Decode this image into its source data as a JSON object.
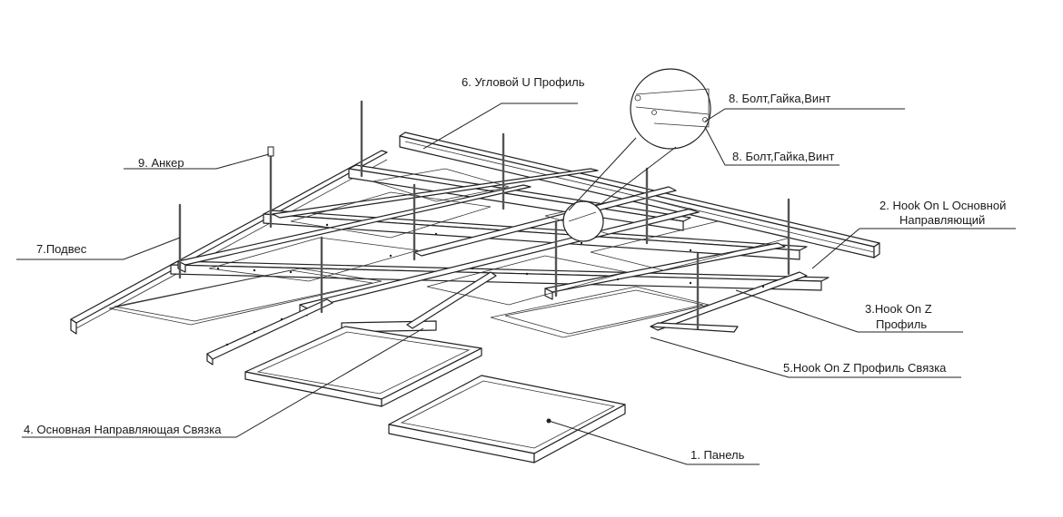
{
  "labels": {
    "u_profile": "6. Угловой U Профиль",
    "bolt_1": "8. Болт,Гайка,Винт",
    "bolt_2": "8. Болт,Гайка,Винт",
    "anchor": "9. Анкер",
    "hook_l_line1": "2. Hook On L Основной",
    "hook_l_line2": "Направляющий",
    "hanger": "7.Подвес",
    "hook_z_line1": "3.Hook On Z",
    "hook_z_line2": "Профиль",
    "hook_z_link": "5.Hook On Z Профиль Связка",
    "main_guide_link": "4. Основная Направляющая Связка",
    "panel": "1. Панель"
  },
  "colors": {
    "line": "#222222",
    "background": "#ffffff"
  }
}
